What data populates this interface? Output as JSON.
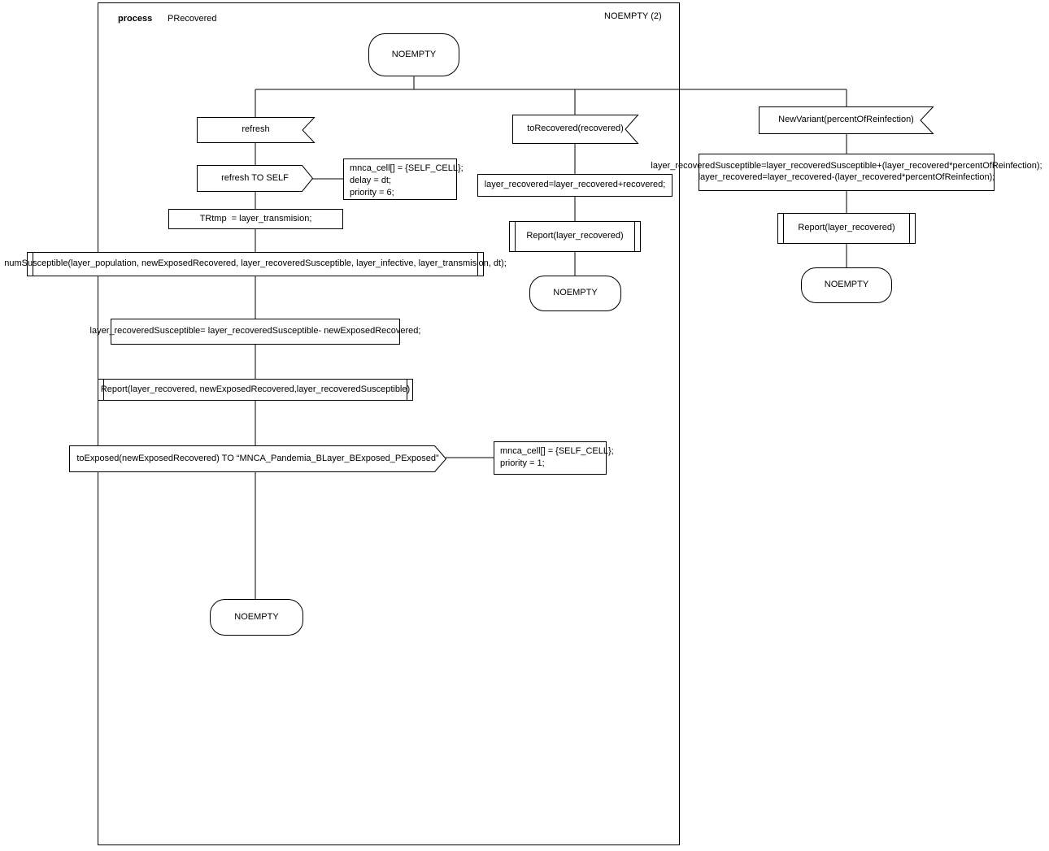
{
  "header": {
    "kind_label": "process",
    "process_name": "PRecovered",
    "state_ref": "NOEMPTY (2)"
  },
  "start_state": "NOEMPTY",
  "branches": {
    "refresh": {
      "input": "refresh",
      "output_self": "refresh TO SELF",
      "comment_self": "mnca_cell[] = {SELF_CELL};\ndelay = dt;\npriority = 6;",
      "task_trtmp": "TRtmp  = layer_transmision;",
      "call_numsusceptible": "numSusceptible(layer_population, newExposedRecovered, layer_recoveredSusceptible, layer_infective, layer_transmision, dt);",
      "task_susceptible": "layer_recoveredSusceptible= layer_recoveredSusceptible- newExposedRecovered;",
      "call_report": "Report(layer_recovered, newExposedRecovered,layer_recoveredSusceptible)",
      "output_to_exposed": "toExposed(newExposedRecovered) TO “MNCA_Pandemia_BLayer_BExposed_PExposed”",
      "comment_to_exposed": "mnca_cell[] = {SELF_CELL};\npriority = 1;",
      "end_state": "NOEMPTY"
    },
    "to_recovered": {
      "input": "toRecovered(recovered)",
      "task": "layer_recovered=layer_recovered+recovered;",
      "call_report": "Report(layer_recovered)",
      "end_state": "NOEMPTY"
    },
    "new_variant": {
      "input": "NewVariant(percentOfReinfection)",
      "task": "layer_recoveredSusceptible=layer_recoveredSusceptible+(layer_recovered*percentOfReinfection);\nlayer_recovered=layer_recovered-(layer_recovered*percentOfReinfection);",
      "call_report": "Report(layer_recovered)",
      "end_state": "NOEMPTY"
    }
  }
}
